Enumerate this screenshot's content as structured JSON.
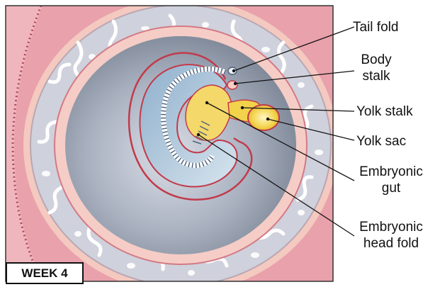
{
  "labels": {
    "tail_fold": "Tail fold",
    "body_stalk": [
      "Body",
      "stalk"
    ],
    "yolk_stalk": "Yolk stalk",
    "yolk_sac": "Yolk sac",
    "embryonic_gut": [
      "Embryonic",
      "gut"
    ],
    "embryonic_head_fold": [
      "Embryonic",
      "head fold"
    ]
  },
  "stage_label": "WEEK 4",
  "colors": {
    "uterine_wall": "#e79aa6",
    "decidua": "#f3c4bd",
    "chorion": "#c9ccd8",
    "amnion_cavity": "#9aa3b4",
    "embryo": "#b9cde0",
    "yolk": "#f2d24a",
    "outline": "#c23a4a"
  }
}
